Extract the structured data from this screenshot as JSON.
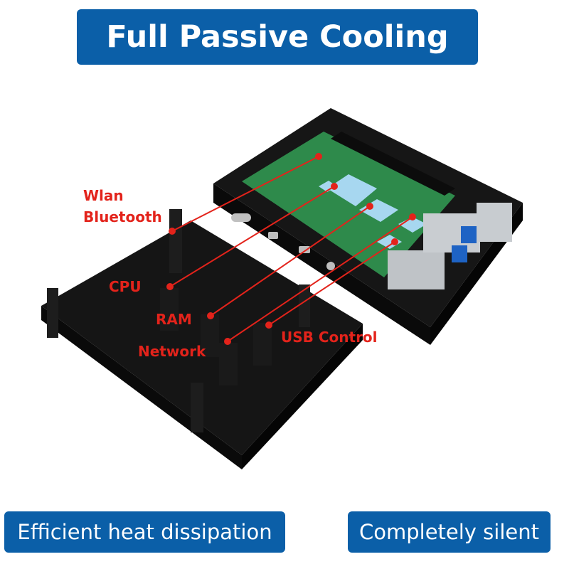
{
  "title": "Full Passive Cooling",
  "callouts": {
    "wlan": "Wlan",
    "bluetooth": "Bluetooth",
    "cpu": "CPU",
    "ram": "RAM",
    "network": "Network",
    "usb_control": "USB Control"
  },
  "features": {
    "left": "Efficient heat dissipation",
    "right": "Completely silent"
  },
  "colors": {
    "banner": "#0b5fa8",
    "callout": "#e3231b",
    "case": "#111111"
  }
}
